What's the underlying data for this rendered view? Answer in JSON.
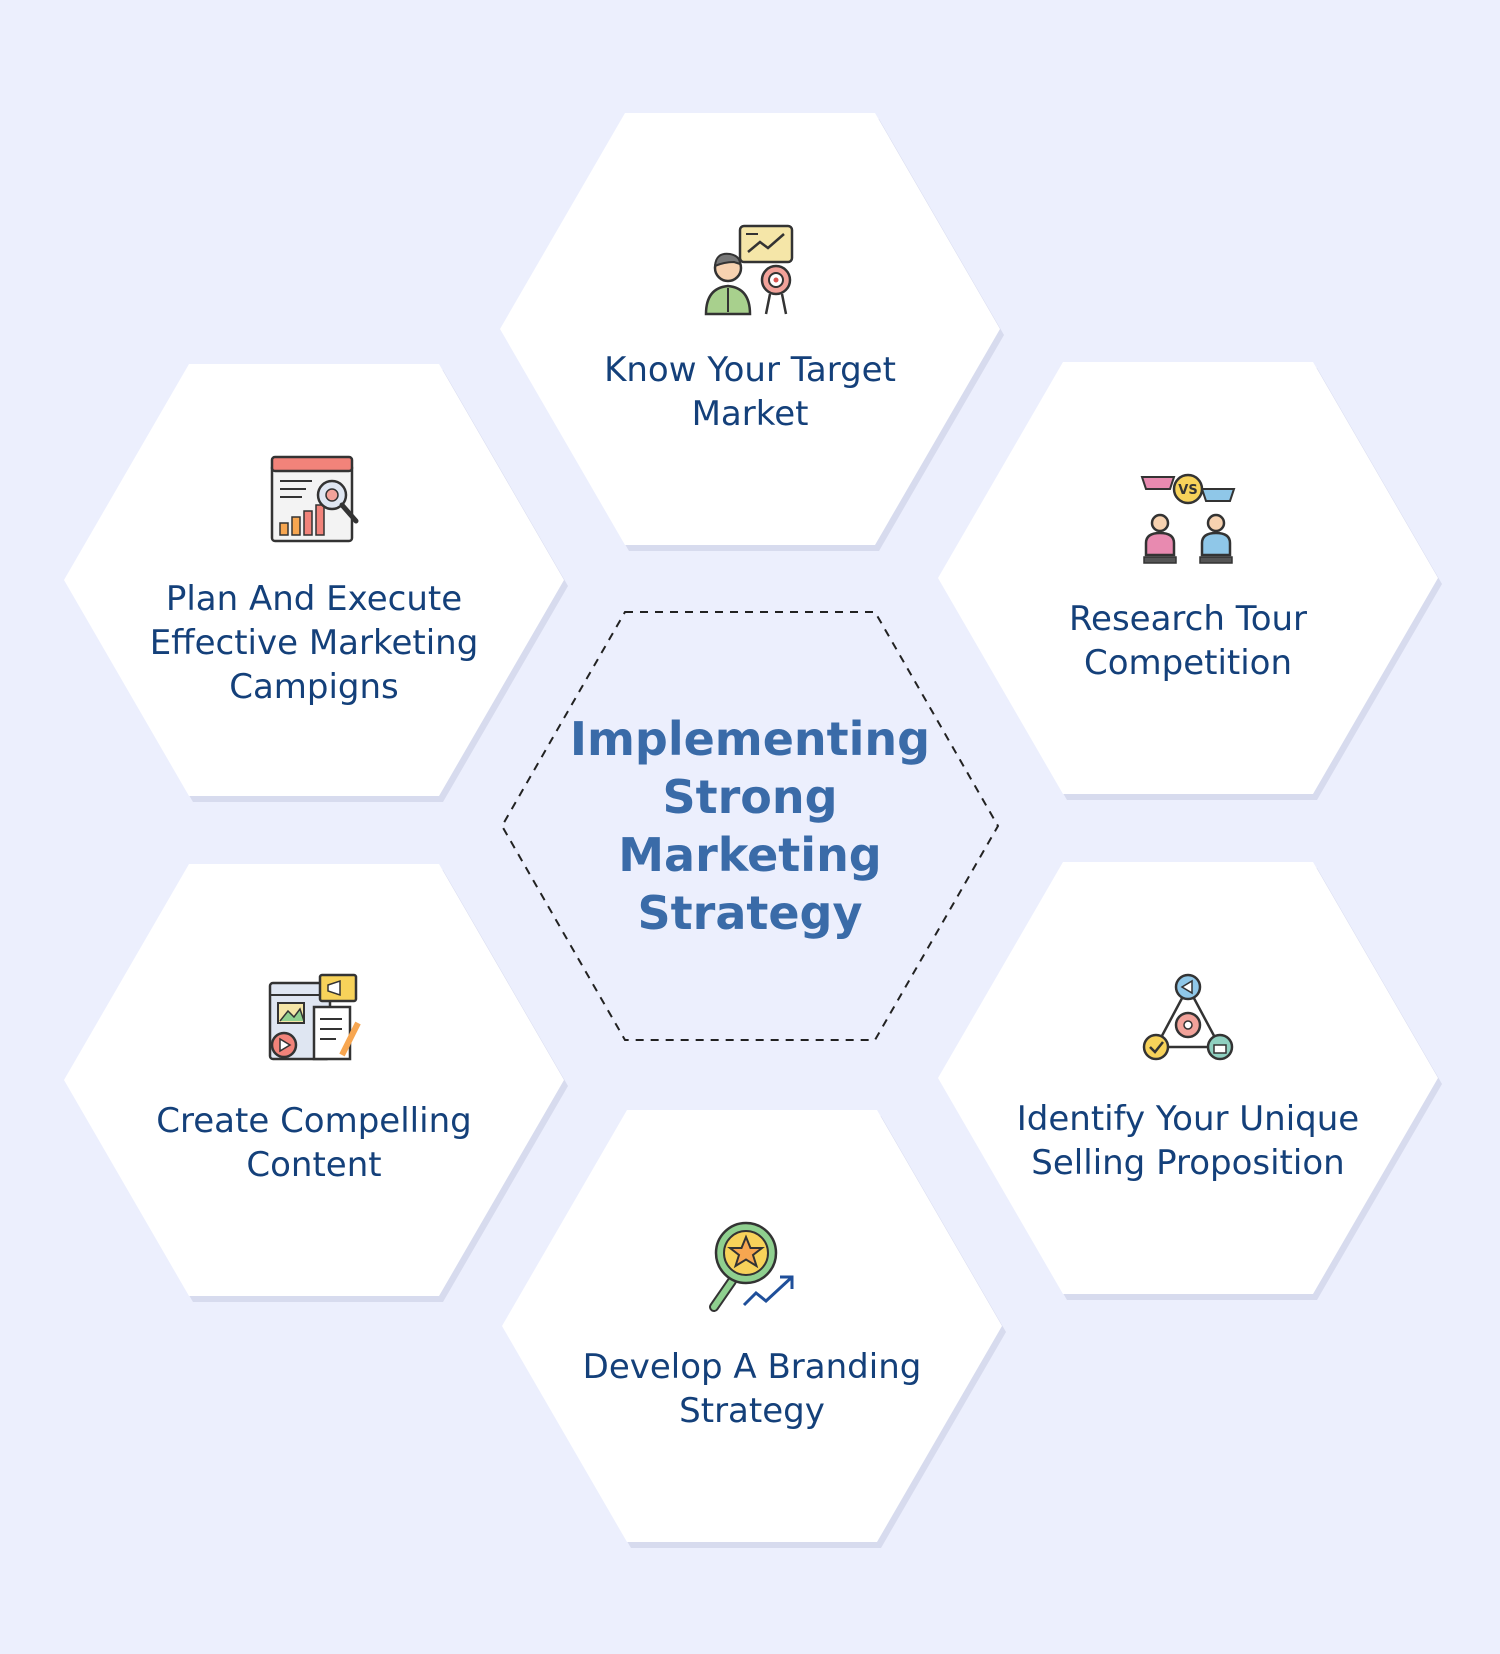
{
  "center": {
    "title": "Implementing Strong Marketing Strategy"
  },
  "steps": [
    {
      "label": "Know Your Target Market",
      "icon": "target-market-icon"
    },
    {
      "label": "Research Tour Competition",
      "icon": "versus-competition-icon"
    },
    {
      "label": "Identify Your Unique Selling Proposition",
      "icon": "network-cycle-icon"
    },
    {
      "label": "Develop A Branding Strategy",
      "icon": "magnifier-star-growth-icon"
    },
    {
      "label": "Create Compelling Content",
      "icon": "content-media-icon"
    },
    {
      "label": "Plan And Execute Effective Marketing Campigns",
      "icon": "campaign-analytics-icon"
    }
  ],
  "colors": {
    "background": "#eceffd",
    "label_text": "#14407a",
    "center_text": "#3a6ba8",
    "hexagon_fill": "#ffffff"
  }
}
